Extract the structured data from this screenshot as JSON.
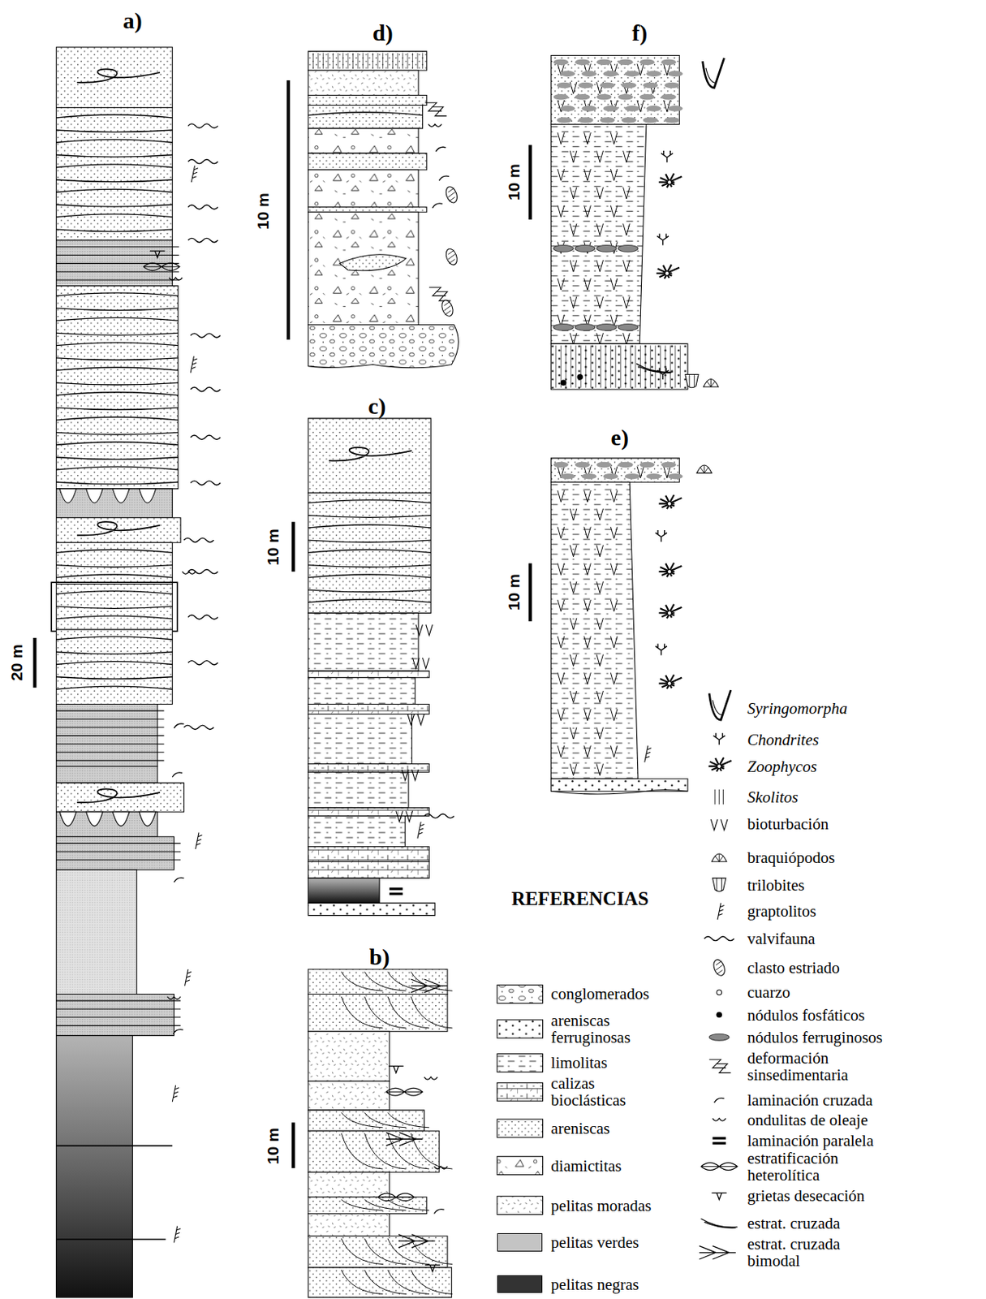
{
  "diagram": {
    "labels": [
      "a)",
      "d)",
      "f)",
      "10 m",
      "10 m",
      "c)",
      "e)",
      "10 m",
      "10 m",
      "20 m",
      "REFERENCIAS",
      "b)",
      "10 m"
    ],
    "legend": [
      {
        "text": "conglomerados"
      },
      {
        "text": "areniscas ferruginosas"
      },
      {
        "text": "limolitas"
      },
      {
        "text": "calizas bioclásticas"
      },
      {
        "text": "areniscas"
      },
      {
        "text": "diamictitas"
      },
      {
        "text": "pelitas moradas"
      },
      {
        "text": "pelitas verdes",
        "color": "#c4c4c4"
      },
      {
        "text": "pelitas negras",
        "color": "#333333"
      },
      {
        "text": "Syringomorpha"
      },
      {
        "text": "Chondrites"
      },
      {
        "text": "Zoophycos"
      },
      {
        "text": "Skolitos"
      },
      {
        "text": "bioturbación"
      },
      {
        "text": "braquiópodos"
      },
      {
        "text": "trilobites"
      },
      {
        "text": "graptolitos"
      },
      {
        "text": "valvifauna"
      },
      {
        "text": "clasto estriado"
      },
      {
        "text": "cuarzo"
      },
      {
        "text": "nódulos fosfáticos"
      },
      {
        "text": "nódulos ferruginosos"
      },
      {
        "text": "deformación sinsedimentaria"
      },
      {
        "text": "laminación cruzada"
      },
      {
        "text": "ondulitas de oleaje"
      },
      {
        "text": "laminación paralela"
      },
      {
        "text": "estratificación heterolítica"
      },
      {
        "text": "grietas desecación"
      },
      {
        "text": "estrat. cruzada"
      },
      {
        "text": "estrat. cruzada bimodal"
      }
    ]
  }
}
